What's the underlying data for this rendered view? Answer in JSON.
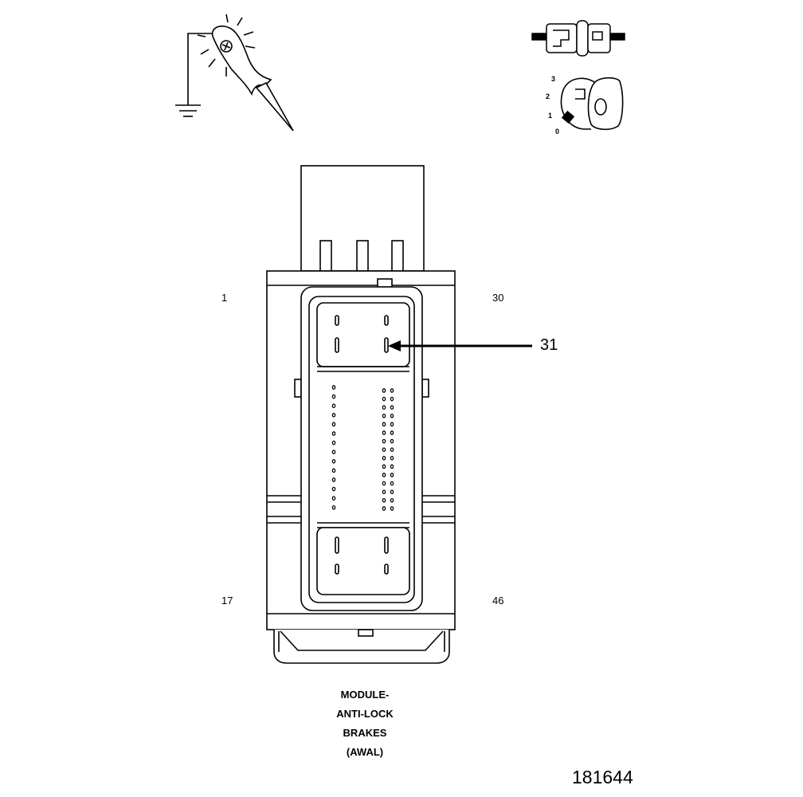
{
  "pin_labels": {
    "top_left": "1",
    "top_right": "30",
    "bottom_left": "17",
    "bottom_right": "46"
  },
  "callout": {
    "number": "31"
  },
  "caption": {
    "line1": "MODULE-",
    "line2": "ANTI-LOCK",
    "line3": "BRAKES",
    "line4": "(AWAL)"
  },
  "figure_id": "181644",
  "ignition_key": {
    "positions": [
      "3",
      "2",
      "1",
      "0"
    ],
    "key_label": "0"
  }
}
